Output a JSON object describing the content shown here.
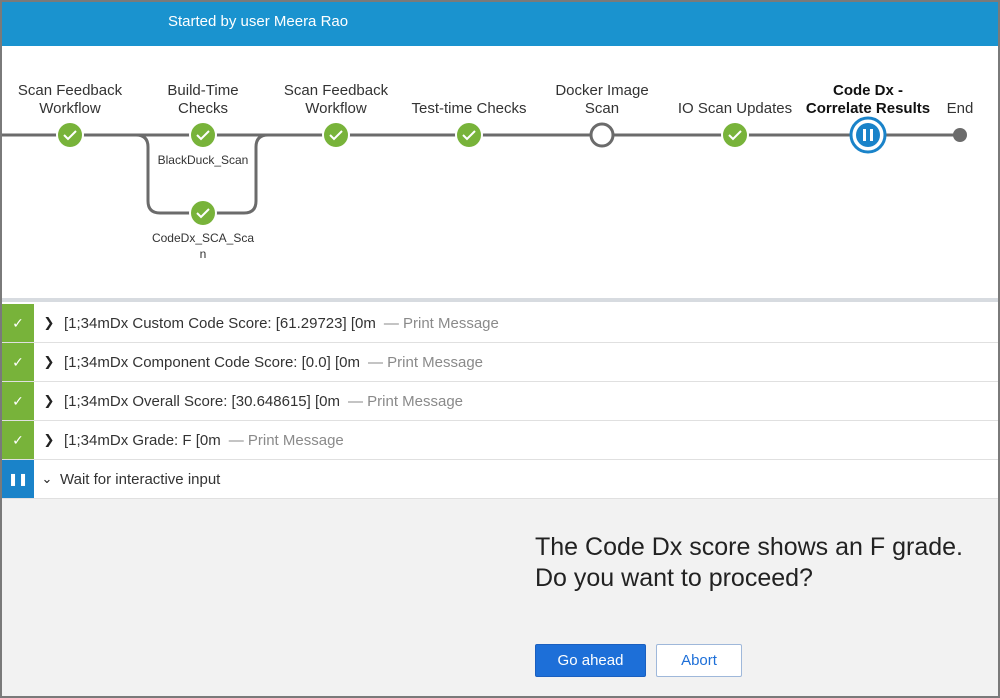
{
  "header": {
    "started_by": "Started by user Meera Rao"
  },
  "pipeline": {
    "stages": [
      {
        "label": "Scan Feedback\nWorkflow",
        "status": "success"
      },
      {
        "label": "Build-Time\nChecks",
        "status": "success"
      },
      {
        "label": "Scan Feedback\nWorkflow",
        "status": "success"
      },
      {
        "label": "Test-time Checks",
        "status": "success"
      },
      {
        "label": "Docker Image\nScan",
        "status": "not-run"
      },
      {
        "label": "IO Scan Updates",
        "status": "success"
      },
      {
        "label": "Code Dx -\nCorrelate Results",
        "status": "paused"
      },
      {
        "label": "End",
        "status": "end"
      }
    ],
    "branches": [
      {
        "label": "BlackDuck_Scan",
        "status": "success"
      },
      {
        "label": "CodeDx_SCA_Sca\nn",
        "status": "success"
      }
    ]
  },
  "steps": [
    {
      "text": "[1;34mDx Custom Code Score: [61.29723] [0m",
      "meta": "— Print Message",
      "status": "success",
      "expanded": false
    },
    {
      "text": "[1;34mDx Component Code Score: [0.0] [0m",
      "meta": "— Print Message",
      "status": "success",
      "expanded": false
    },
    {
      "text": "[1;34mDx Overall Score: [30.648615] [0m",
      "meta": "— Print Message",
      "status": "success",
      "expanded": false
    },
    {
      "text": "[1;34mDx Grade: F [0m",
      "meta": "— Print Message",
      "status": "success",
      "expanded": false
    },
    {
      "text": "Wait for interactive input",
      "meta": "",
      "status": "paused",
      "expanded": true
    }
  ],
  "input": {
    "question_line1": "The Code Dx score shows an F grade.",
    "question_line2": "Do you want to proceed?",
    "proceed_label": "Go ahead",
    "abort_label": "Abort"
  },
  "colors": {
    "header_bg": "#1a93cf",
    "success": "#78b33a",
    "paused": "#1a83c9",
    "primary_button": "#1d6fd8"
  }
}
